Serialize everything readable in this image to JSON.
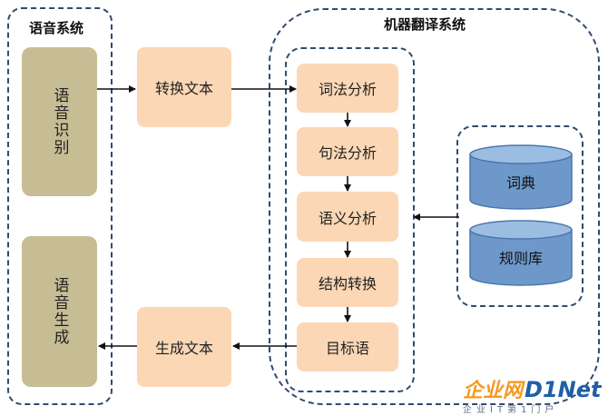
{
  "groups": {
    "speech": {
      "title": "语音系统"
    },
    "mt": {
      "title": "机器翻译系统"
    }
  },
  "speech_modules": {
    "recognition": "语音识别",
    "generation": "语音生成"
  },
  "process": {
    "convert_text": "转换文本",
    "generate_text": "生成文本"
  },
  "pipeline": [
    "词法分析",
    "句法分析",
    "语义分析",
    "结构转换",
    "目标语"
  ],
  "knowledge": {
    "dictionary": "词典",
    "rule_base": "规则库"
  },
  "watermark": {
    "brand_cn": "企业网",
    "brand_en": "D1Net",
    "sub": "企业IT第1门户"
  },
  "colors": {
    "speech_module": "#c7bd95",
    "process_box": "#fbd7b5",
    "database": "#6e98c9",
    "dashed_border": "#2f4b6e",
    "watermark_orange": "#f39a21",
    "watermark_blue": "#1e5fa8"
  }
}
